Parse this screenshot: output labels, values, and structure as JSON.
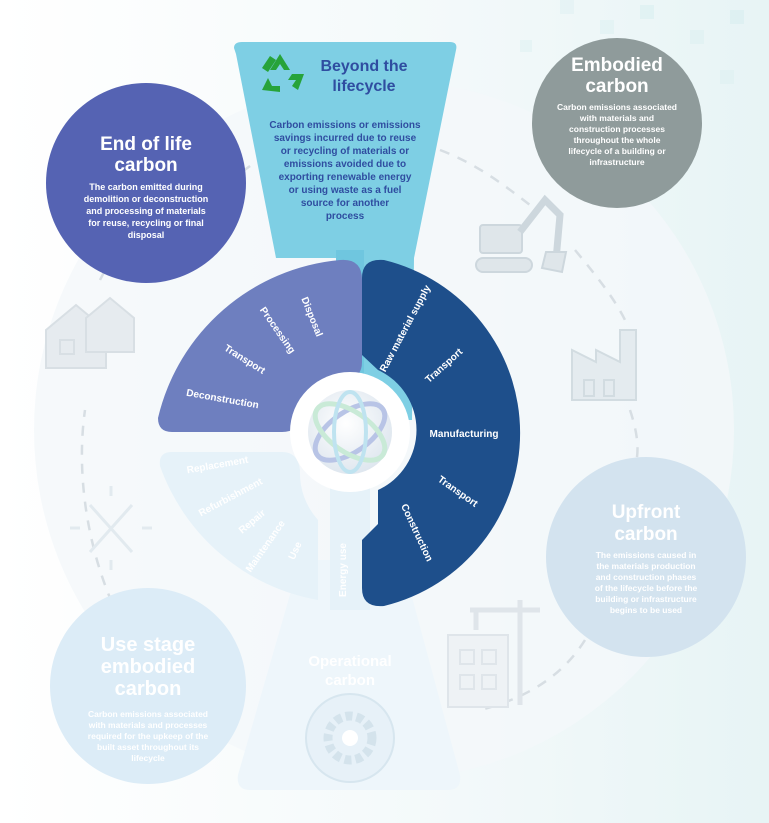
{
  "colors": {
    "end_of_life": "#5563b3",
    "embodied": "#8f9b9b",
    "beyond": "#7ecfe4",
    "upfront": "#d3e3ef",
    "use_stage": "#dcecf7",
    "operational": "#eef6fb",
    "upfront_stages": "#1e4f8b",
    "end_stages": "#6e7fbf",
    "use_stages": "#e6f2f9",
    "recycle_green": "#27a33a",
    "beyond_title": "#2f4da0",
    "background_tint": "#eef7f9"
  },
  "beyond_lifecycle": {
    "title_line1": "Beyond the",
    "title_line2": "lifecycle",
    "icon": "recycle-icon",
    "body": [
      "Carbon emissions or emissions",
      "savings incurred due to reuse",
      "or  recycling of materials or",
      "emissions avoided due to",
      "exporting renewable energy",
      "or using waste as a fuel",
      "source for another",
      "process"
    ]
  },
  "end_of_life": {
    "title_line1": "End of life",
    "title_line2": "carbon",
    "body": [
      "The carbon emitted during",
      "demolition or deconstruction",
      "and processing of materials",
      "for reuse, recycling or final",
      "disposal"
    ]
  },
  "embodied": {
    "title_line1": "Embodied",
    "title_line2": "carbon",
    "body": [
      "Carbon emissions associated",
      "with materials and",
      "construction processes",
      "throughout the whole",
      "lifecycle of a building or",
      "infrastructure"
    ]
  },
  "upfront": {
    "title_line1": "Upfront",
    "title_line2": "carbon",
    "body": [
      "The emissions caused in",
      "the materials production",
      "and construction phases",
      "of the lifecycle before the",
      "building or infrastructure",
      "begins to be used"
    ]
  },
  "use_stage": {
    "title_line1": "Use stage",
    "title_line2": "embodied",
    "title_line3": "carbon",
    "body": [
      "Carbon emissions associated",
      "with materials and processes",
      "required for the upkeep of the",
      "built asset throughout its",
      "lifecycle"
    ]
  },
  "operational": {
    "title_line1": "Operational",
    "title_line2": "carbon",
    "stage": "Energy use",
    "icon": "gear-icon"
  },
  "stages": {
    "end_of_life": [
      "Disposal",
      "Processing",
      "Transport",
      "Deconstruction"
    ],
    "upfront": [
      "Raw material supply",
      "Transport",
      "Manufacturing",
      "Transport",
      "Construction"
    ],
    "use": [
      "Replacement",
      "Refurbishment",
      "Repair",
      "Maintenance",
      "Use"
    ]
  },
  "icons": {
    "excavator": "excavator-icon",
    "factory": "factory-icon",
    "crane": "construction-crane-icon",
    "houses": "houses-icon",
    "tools": "tools-icon",
    "center": "lifecycle-sphere-icon"
  }
}
